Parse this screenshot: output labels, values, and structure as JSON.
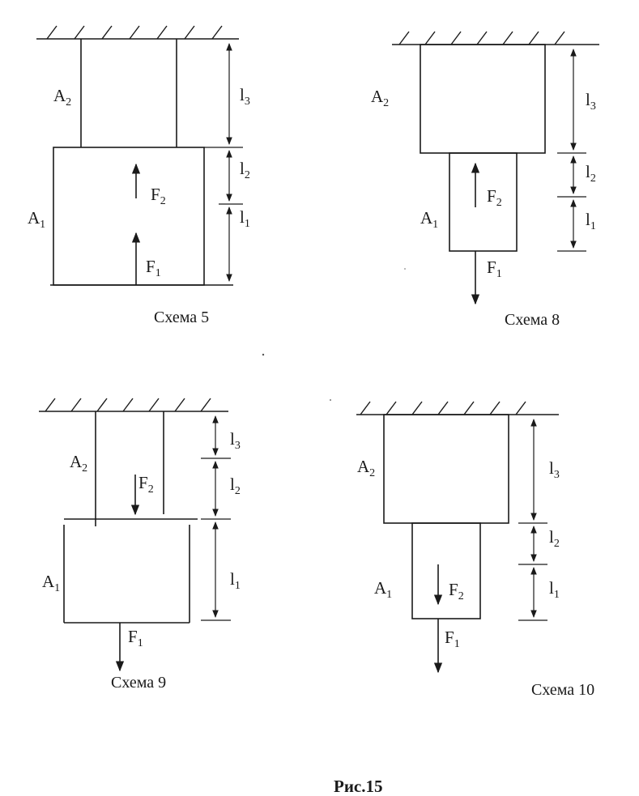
{
  "labels": {
    "A": "A",
    "F": "F",
    "l": "l",
    "i1": "1",
    "i2": "2",
    "i3": "3"
  },
  "captions": {
    "s5": "Схема 5",
    "s8": "Схема 8",
    "s9": "Схема 9",
    "s10": "Схема 10"
  },
  "figure_label": "Рис.15"
}
